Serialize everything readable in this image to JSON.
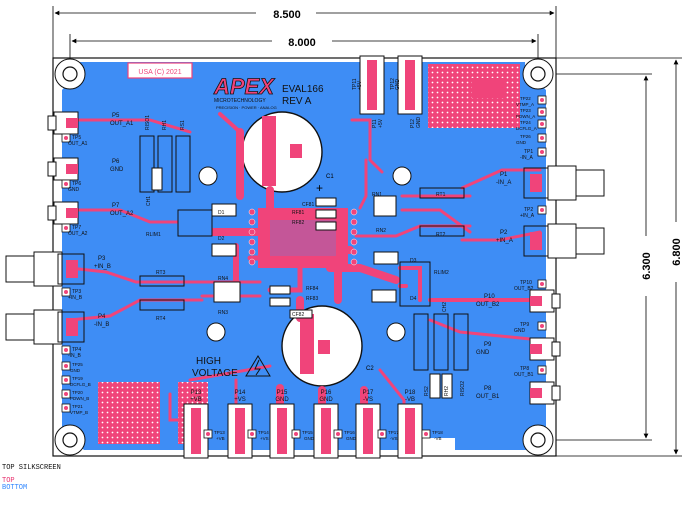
{
  "dimensions": {
    "outer_width": "8.500",
    "inner_width": "8.000",
    "inner_height": "6.300",
    "outer_height": "6.800"
  },
  "board": {
    "copyright": "USA (C) 2021",
    "logo": "APEX",
    "logo_sub": "MICROTECHNOLOGY",
    "logo_tag": "PRECISION · POWER · ANALOG",
    "model": "EVAL166",
    "rev": "REV A",
    "high_voltage": "HIGH",
    "high_voltage_2": "VOLTAGE"
  },
  "left_connectors": [
    {
      "id": "P5",
      "label": "OUT_A1"
    },
    {
      "id": "P6",
      "label": "GND"
    },
    {
      "id": "P7",
      "label": "OUT_A2"
    }
  ],
  "left_testpoints": [
    {
      "id": "TP5",
      "label": "OUT_A1"
    },
    {
      "id": "TP6",
      "label": "GND"
    },
    {
      "id": "TP7",
      "label": "OUT_A2"
    }
  ],
  "left_inputs": [
    {
      "id": "P3",
      "label": "+IN_B"
    },
    {
      "id": "P4",
      "label": "-IN_B"
    }
  ],
  "left_input_tps": [
    {
      "id": "TP3",
      "label": "+IN_B"
    },
    {
      "id": "TP4",
      "label": "-IN_B"
    }
  ],
  "left_bottom_tps": [
    {
      "id": "TP25",
      "label": "GND"
    },
    {
      "id": "TP19",
      "label": "DCFLG_B"
    },
    {
      "id": "TP20",
      "label": "PDWN_B"
    },
    {
      "id": "TP21",
      "label": "VTMP_B"
    }
  ],
  "right_inputs": [
    {
      "id": "P1",
      "label": "-IN_A"
    },
    {
      "id": "P2",
      "label": "+IN_A"
    }
  ],
  "right_input_tps": [
    {
      "id": "TP1",
      "label": "-IN_A"
    },
    {
      "id": "TP2",
      "label": "+IN_A"
    }
  ],
  "right_top_tps": [
    {
      "id": "TP22",
      "label": "VTMP_A"
    },
    {
      "id": "TP23",
      "label": "PDWN_A"
    },
    {
      "id": "TP24",
      "label": "DCFLG_A"
    },
    {
      "id": "TP26",
      "label": "GND"
    }
  ],
  "right_outputs": [
    {
      "id": "P10",
      "label": "OUT_B2"
    },
    {
      "id": "P9",
      "label": "GND"
    },
    {
      "id": "P8",
      "label": "OUT_B1"
    }
  ],
  "right_output_tps": [
    {
      "id": "TP10",
      "label": "OUT_B2"
    },
    {
      "id": "TP9",
      "label": "GND"
    },
    {
      "id": "TP8",
      "label": "OUT_B1"
    }
  ],
  "top_posts": [
    {
      "id": "TP11",
      "label": "+5V"
    },
    {
      "id": "TP12",
      "label": "GND"
    },
    {
      "id": "P11",
      "label": "+5V"
    },
    {
      "id": "P12",
      "label": "GND"
    }
  ],
  "bottom_posts": [
    {
      "id": "P13",
      "label": "+VB"
    },
    {
      "id": "P14",
      "label": "+VS"
    },
    {
      "id": "P15",
      "label": "GND"
    },
    {
      "id": "P16",
      "label": "GND"
    },
    {
      "id": "P17",
      "label": "-VS"
    },
    {
      "id": "P18",
      "label": "-VB"
    }
  ],
  "bottom_tps": [
    {
      "id": "TP13",
      "label": "+VB"
    },
    {
      "id": "TP14",
      "label": "+VS"
    },
    {
      "id": "TP15",
      "label": "GND"
    },
    {
      "id": "TP16",
      "label": "GND"
    },
    {
      "id": "TP17",
      "label": "-VS"
    },
    {
      "id": "TP18",
      "label": "-VB"
    }
  ],
  "components": {
    "C1": "C1",
    "C2": "C2",
    "D1": "D1",
    "D2": "D2",
    "D3": "D3",
    "D4": "D4",
    "RT1": "RT1",
    "RT2": "RT2",
    "RT3": "RT3",
    "RT4": "RT4",
    "RN1": "RN1",
    "RN2": "RN2",
    "RN3": "RN3",
    "RN4": "RN4",
    "RLIM1": "RLIM1",
    "RLIM2": "RLIM2",
    "RF81": "RF81",
    "RF82": "RF82",
    "RF83": "RF83",
    "RF84": "RF84",
    "CF81": "CF81",
    "CF82": "CF82",
    "RISO1": "RISO1",
    "RISO2": "RISO2",
    "RS1": "RS1",
    "RS2": "RS2",
    "RH1": "RH1",
    "RH2": "RH2",
    "CH1": "CH1",
    "CH2": "CH2"
  },
  "legend": {
    "silkscreen": "TOP SILKSCREEN",
    "top": "TOP",
    "bottom": "BOTTOM"
  },
  "colors": {
    "board": "#3e8df5",
    "copper_top": "#f0447a",
    "outline": "#111111",
    "silk": "#111111"
  }
}
